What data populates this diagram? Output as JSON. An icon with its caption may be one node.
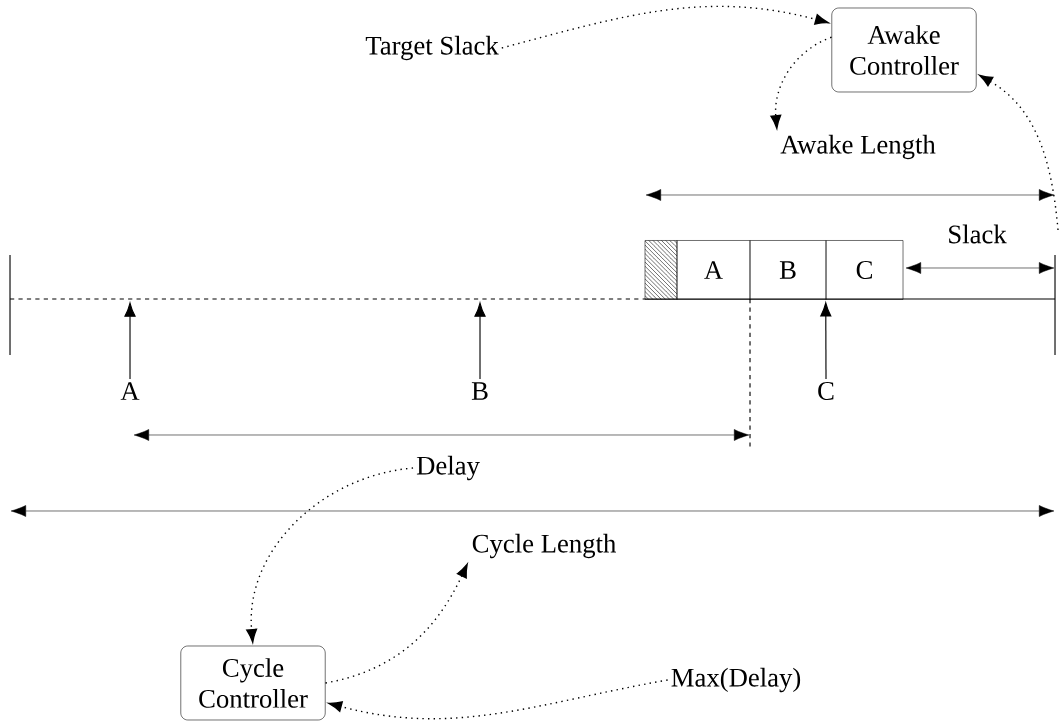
{
  "diagram": {
    "nodes": [
      {
        "text": [
          "Target Slack"
        ]
      },
      {
        "text": [
          "Awake Controller"
        ]
      },
      {
        "text": [
          "Awake Length"
        ]
      },
      {
        "text": [
          "Slack"
        ]
      },
      {
        "text": [],
        "shape": "box"
      },
      {
        "text": [
          "A"
        ]
      },
      {
        "text": [
          "B"
        ]
      },
      {
        "text": [
          "C"
        ]
      },
      {
        "text": [
          "A"
        ]
      },
      {
        "text": [
          "B"
        ]
      },
      {
        "text": [
          "C"
        ]
      },
      {
        "text": [
          "Delay"
        ]
      },
      {
        "text": [
          "Cycle Length"
        ]
      },
      {
        "text": [
          "Cycle Controller"
        ]
      },
      {
        "text": [
          "Max(Delay)"
        ]
      }
    ],
    "edges": [
      {
        "from": 0,
        "to": 1,
        "arrow": "to",
        "style": "dashed"
      },
      {
        "from": 1,
        "to": 2,
        "arrow": "to",
        "style": "dashed"
      },
      {
        "from": null,
        "to": 1,
        "arrow": "to",
        "style": "dashed"
      },
      {
        "from": 8,
        "to": null,
        "arrow": "to"
      },
      {
        "from": 9,
        "to": null,
        "arrow": "to"
      },
      {
        "from": 10,
        "to": 7,
        "arrow": "to"
      },
      {
        "from": 11,
        "to": 13,
        "arrow": "to",
        "style": "dashed"
      },
      {
        "from": 13,
        "to": 12,
        "arrow": "to",
        "style": "dashed"
      },
      {
        "from": 14,
        "to": 13,
        "arrow": "to",
        "style": "dashed"
      }
    ]
  }
}
